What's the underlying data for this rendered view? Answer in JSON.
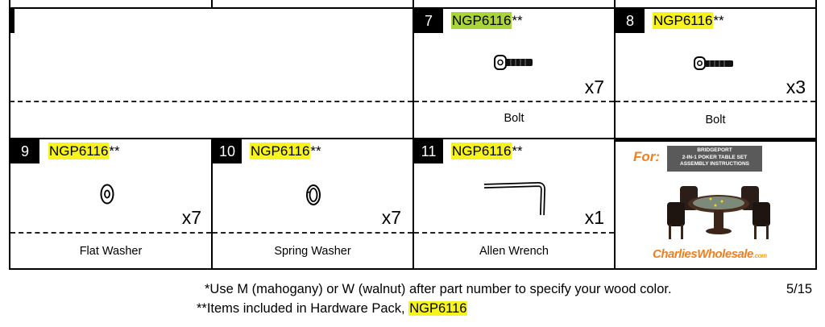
{
  "colors": {
    "highlight_yellow": "#f6f31f",
    "highlight_green": "#a9d53a",
    "brand_orange": "#f07f1d",
    "brand_yellow": "#f6d51e"
  },
  "parts": [
    {
      "number": "7",
      "code": "NGP6116",
      "suffix": "**",
      "qty": "x7",
      "name": "Bolt",
      "icon": "bolt-icon"
    },
    {
      "number": "8",
      "code": "NGP6116",
      "suffix": "**",
      "qty": "x3",
      "name": "Bolt",
      "icon": "bolt-icon"
    },
    {
      "number": "9",
      "code": "NGP6116",
      "suffix": "**",
      "qty": "x7",
      "name": "Flat Washer",
      "icon": "flat-washer-icon"
    },
    {
      "number": "10",
      "code": "NGP6116",
      "suffix": "**",
      "qty": "x7",
      "name": "Spring Washer",
      "icon": "spring-washer-icon"
    },
    {
      "number": "11",
      "code": "NGP6116",
      "suffix": "**",
      "qty": "x1",
      "name": "Allen Wrench",
      "icon": "allen-wrench-icon"
    }
  ],
  "ad": {
    "for_label": "For:",
    "banner_line1": "BRIDGEPORT",
    "banner_line2": "2-IN-1 POKER TABLE SET",
    "banner_line3": "ASSEMBLY INSTRUCTIONS",
    "brand": "CharliesWholesale",
    "brand_suffix": ".com",
    "image": "poker-table-set-photo"
  },
  "footer": {
    "note1": "*Use M (mahogany) or W (walnut) after part number to specify your wood color.",
    "page": "5/15",
    "note2_prefix": "**Items included in Hardware Pack, ",
    "note2_code": "NGP6116"
  }
}
